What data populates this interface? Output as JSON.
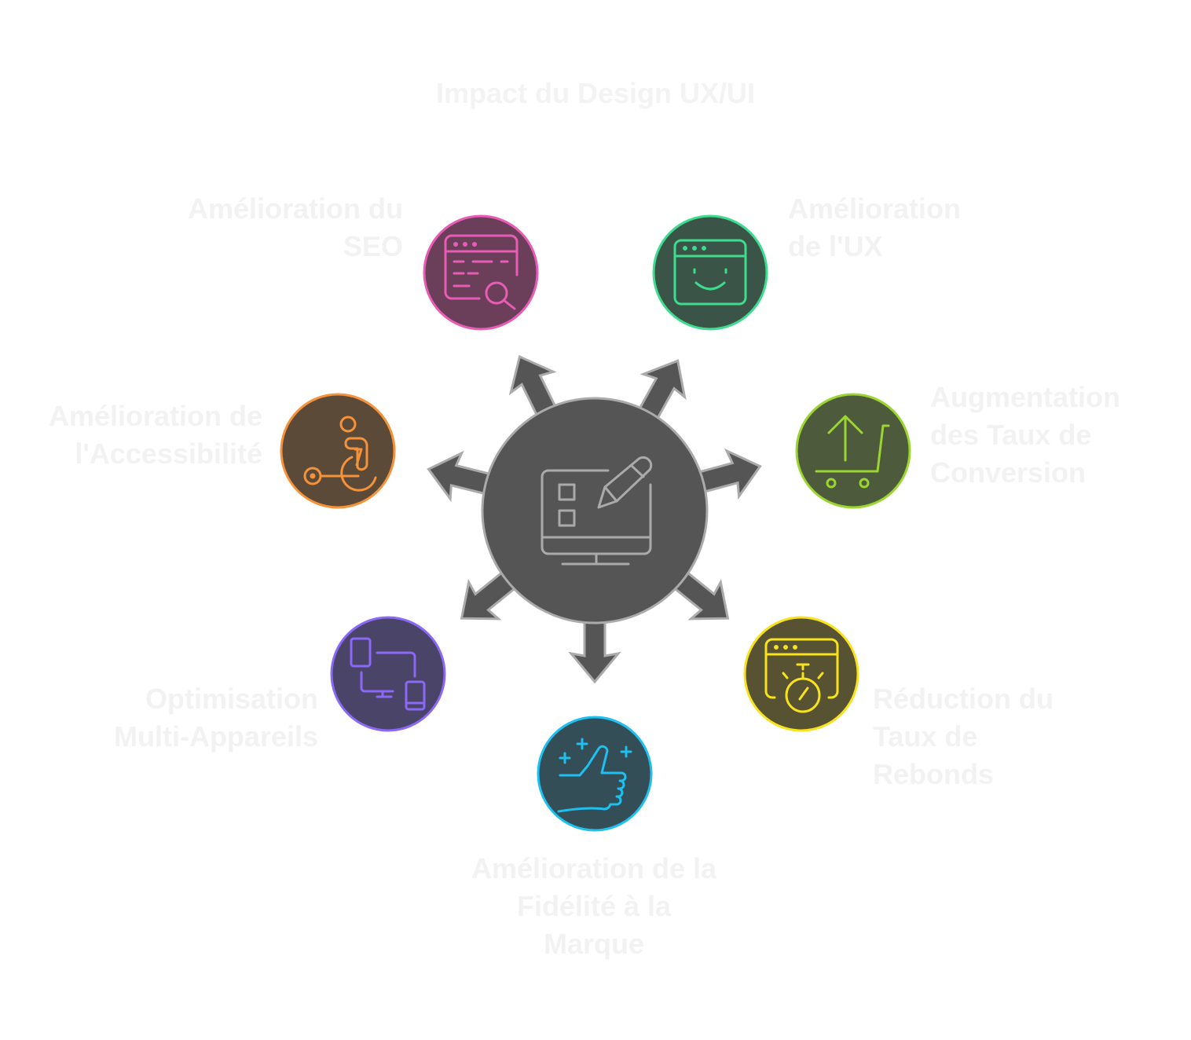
{
  "title": "Impact du Design UX/UI",
  "hub": {
    "icon": "design-monitor-pencil-icon",
    "fill": "#555555",
    "stroke": "#aaaaaa"
  },
  "nodes": [
    {
      "id": "seo",
      "label": "Amélioration du\nSEO",
      "icon": "browser-search-icon",
      "stroke": "#e85cb5",
      "fill": "#6b3f5a"
    },
    {
      "id": "ux",
      "label": "Amélioration\nde l'UX",
      "icon": "browser-smile-icon",
      "stroke": "#3ddc8f",
      "fill": "#3a5547"
    },
    {
      "id": "accessibility",
      "label": "Amélioration de\nl'Accessibilité",
      "icon": "wheelchair-icon",
      "stroke": "#f5923a",
      "fill": "#5c4a39"
    },
    {
      "id": "conversion",
      "label": "Augmentation\ndes Taux de\nConversion",
      "icon": "cart-arrow-up-icon",
      "stroke": "#9bd531",
      "fill": "#4e5a3c"
    },
    {
      "id": "multi-device",
      "label": "Optimisation\nMulti-Appareils",
      "icon": "multi-device-icon",
      "stroke": "#8b68f5",
      "fill": "#4a4469"
    },
    {
      "id": "bounce",
      "label": "Réduction du\nTaux de\nRebonds",
      "icon": "browser-stopwatch-icon",
      "stroke": "#f7e21b",
      "fill": "#575232"
    },
    {
      "id": "loyalty",
      "label": "Amélioration de la\nFidélité à la\nMarque",
      "icon": "thumbs-up-icon",
      "stroke": "#1ec0f0",
      "fill": "#344e58"
    }
  ]
}
